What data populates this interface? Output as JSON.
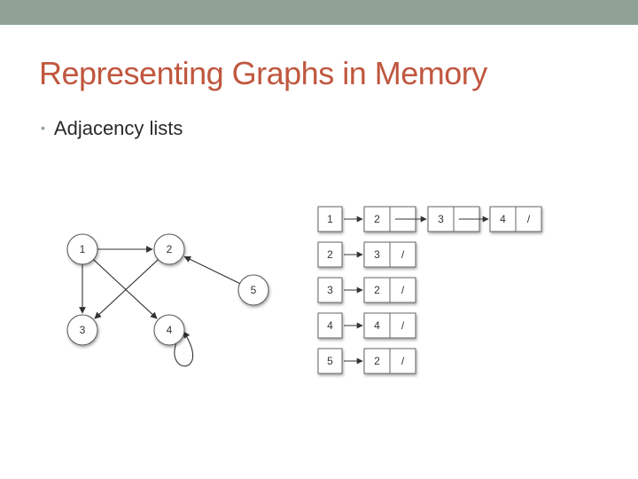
{
  "slide": {
    "title": "Representing Graphs in Memory",
    "bullets": [
      "Adjacency lists"
    ]
  },
  "colors": {
    "topbar": "#8fa295",
    "title": "#c0573f",
    "text": "#2a2a2a"
  },
  "graph": {
    "nodes": [
      {
        "id": "1",
        "label": "1"
      },
      {
        "id": "2",
        "label": "2"
      },
      {
        "id": "3",
        "label": "3"
      },
      {
        "id": "4",
        "label": "4"
      },
      {
        "id": "5",
        "label": "5"
      }
    ],
    "edges": [
      {
        "from": "1",
        "to": "2"
      },
      {
        "from": "1",
        "to": "3"
      },
      {
        "from": "1",
        "to": "4"
      },
      {
        "from": "2",
        "to": "3"
      },
      {
        "from": "5",
        "to": "2"
      },
      {
        "from": "4",
        "to": "4"
      }
    ]
  },
  "adjacency_lists": [
    {
      "head": "1",
      "items": [
        "2",
        "3",
        "4"
      ]
    },
    {
      "head": "2",
      "items": [
        "3"
      ]
    },
    {
      "head": "3",
      "items": [
        "2"
      ]
    },
    {
      "head": "4",
      "items": [
        "4"
      ]
    },
    {
      "head": "5",
      "items": [
        "2"
      ]
    }
  ],
  "null_symbol": "/"
}
